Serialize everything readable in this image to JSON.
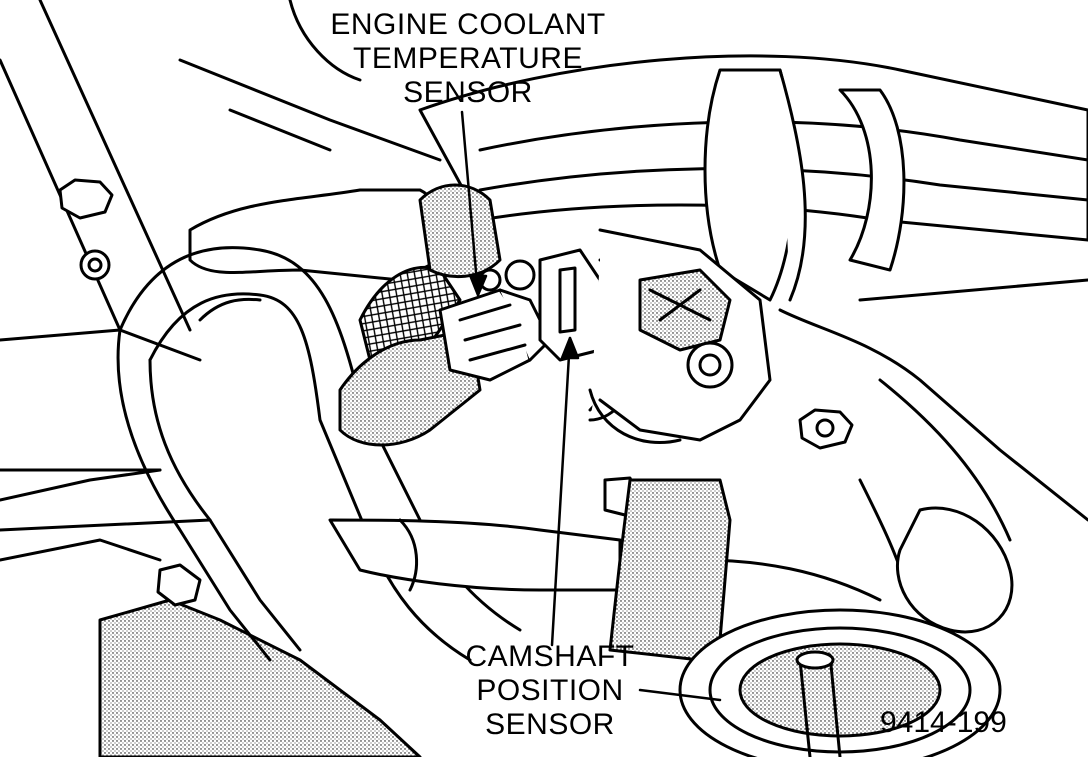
{
  "labels": {
    "ect_line1": "ENGINE COOLANT",
    "ect_line2": "TEMPERATURE",
    "ect_line3": "SENSOR",
    "cmp_line1": "CAMSHAFT",
    "cmp_line2": "POSITION",
    "cmp_line3": "SENSOR"
  },
  "figure_number": "9414-199",
  "colors": {
    "ink": "#000000",
    "paper": "#ffffff",
    "shade": "#c8c8c8"
  }
}
